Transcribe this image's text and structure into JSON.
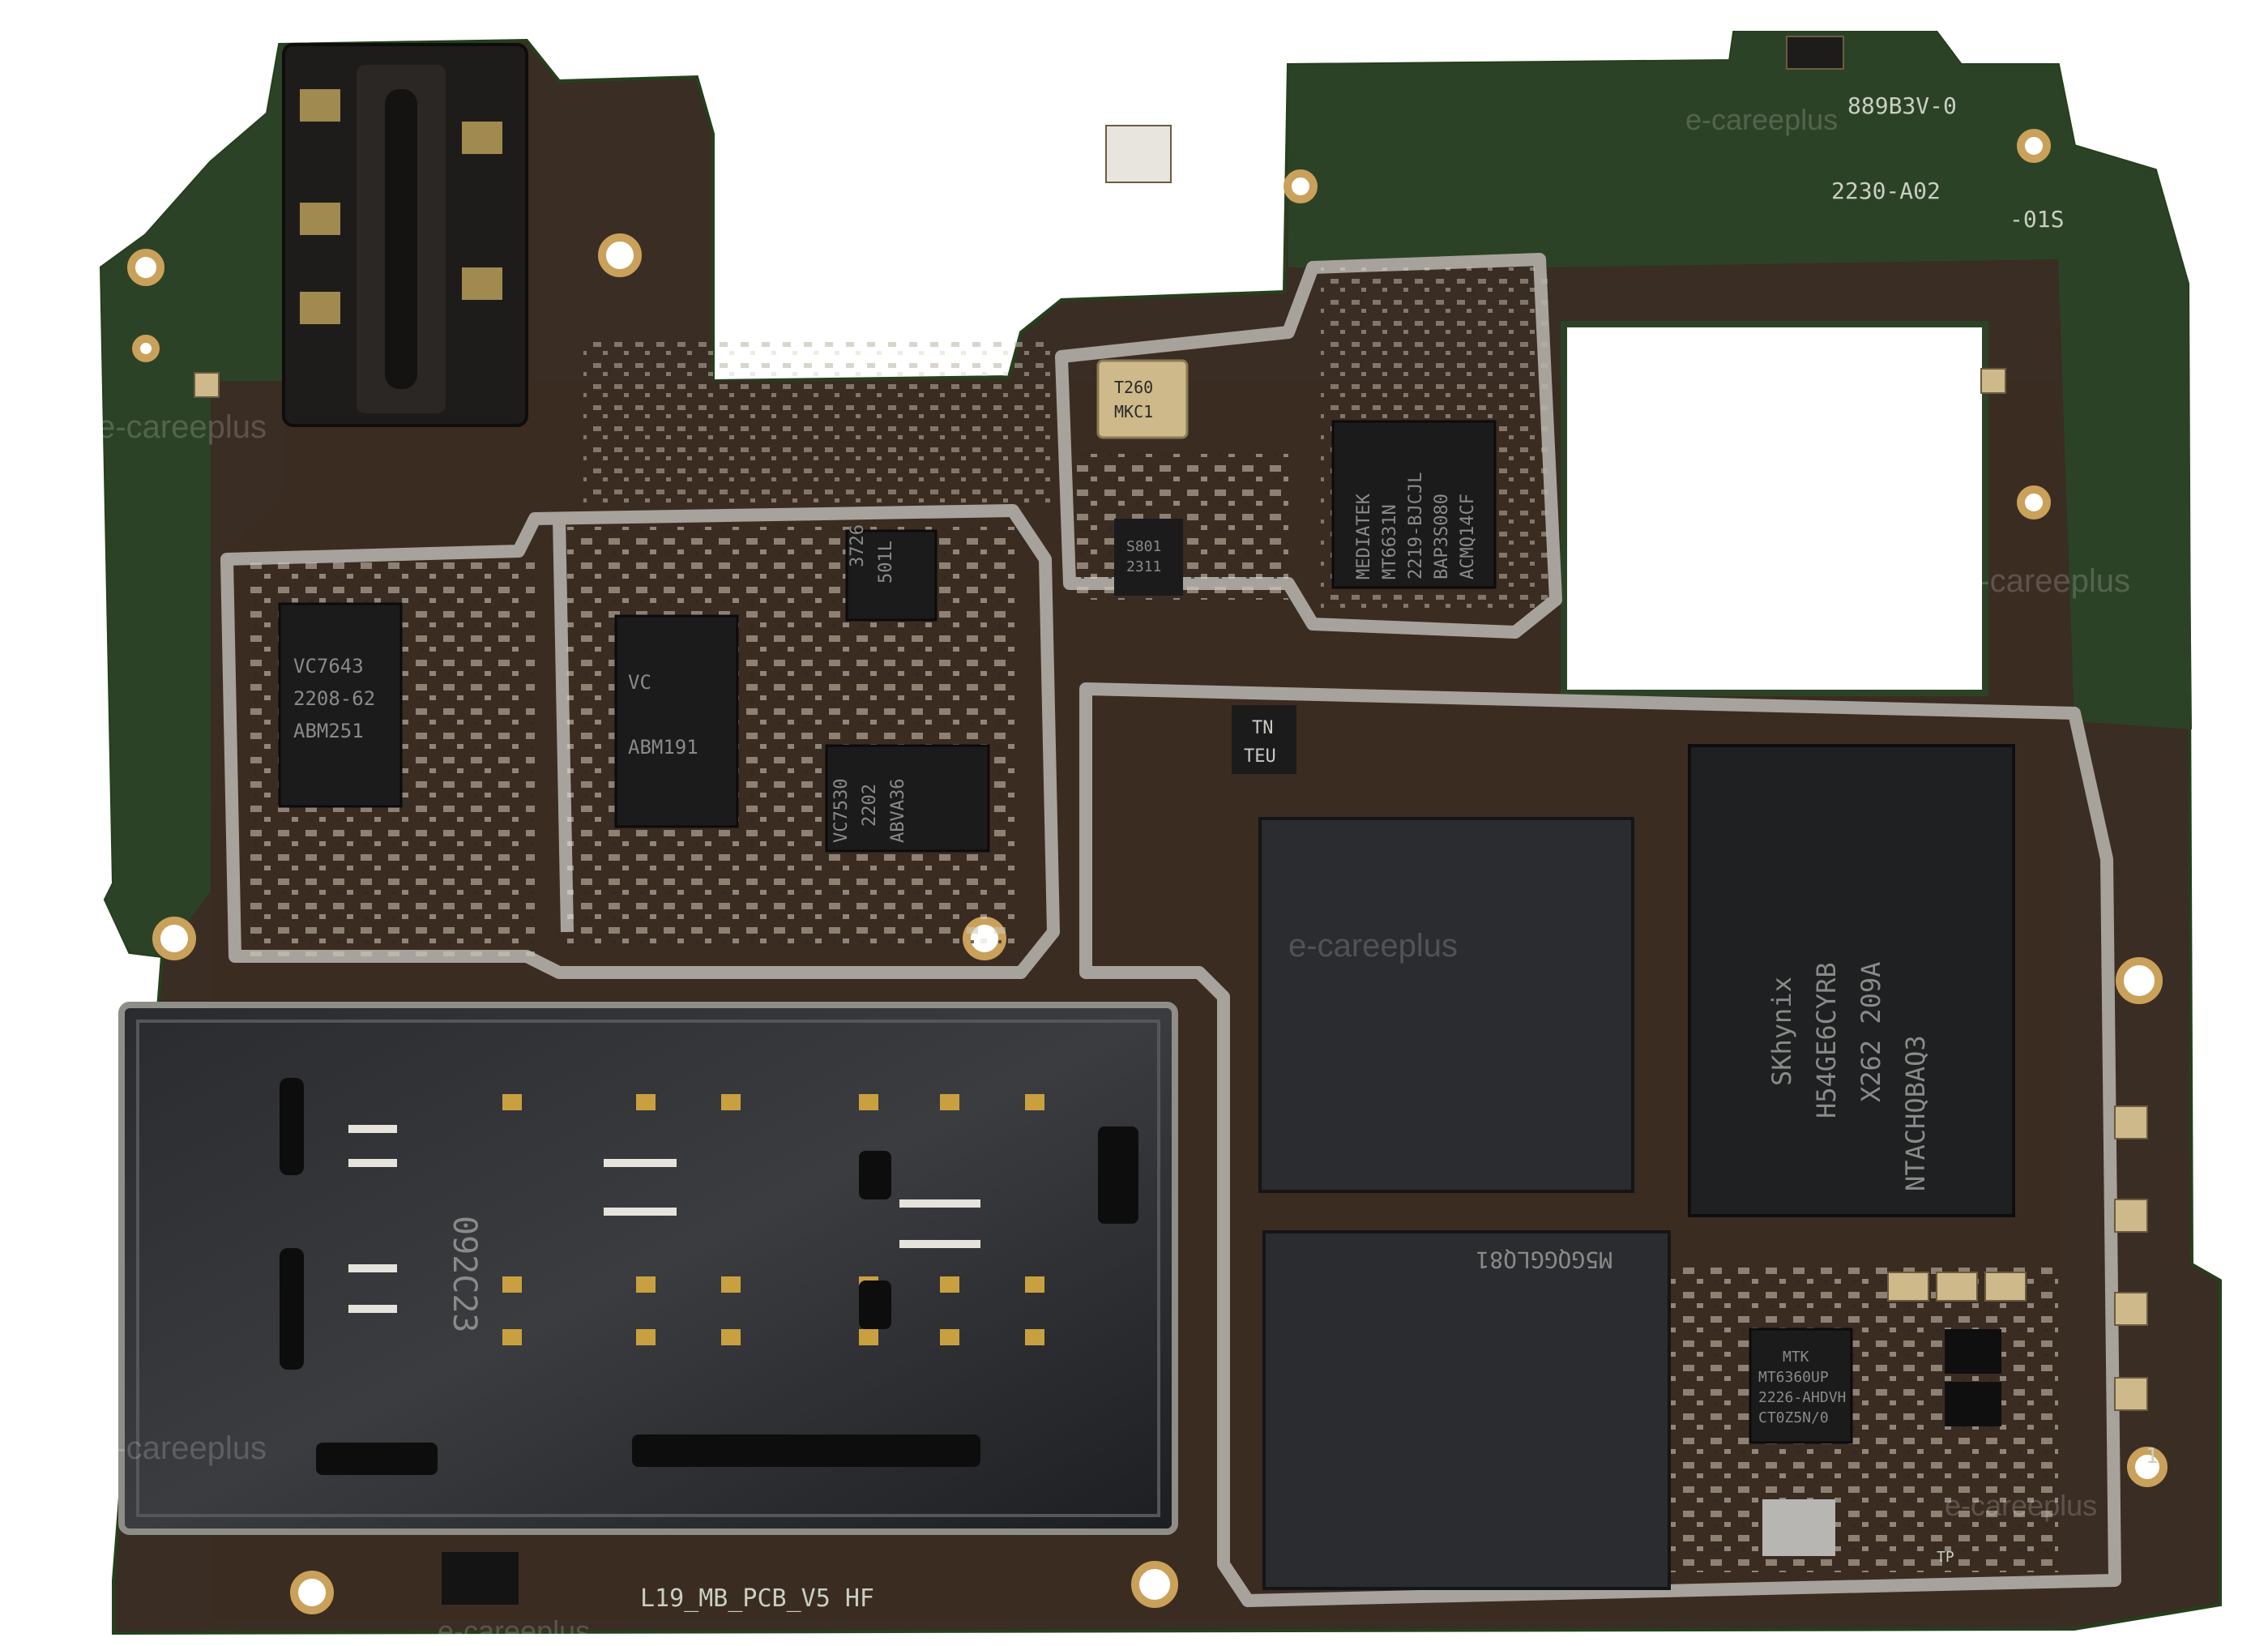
{
  "board": {
    "silkscreen": {
      "top_right_code": "889B3V-0",
      "top_right_rev": "2230-A02",
      "top_right_tag": "-01S",
      "bottom_label": "L19_MB_PCB_V5 HF",
      "tp_label": "TP",
      "edge_mark": "1"
    },
    "watermark": "e-careeplus",
    "chips": {
      "pmic_left": {
        "line1": "VC7643",
        "line2": "2208-62",
        "line3": "ABM251"
      },
      "pmic_mid": {
        "line1": "VC",
        "line2": "",
        "line3": "ABM191"
      },
      "rf_chip_a": {
        "line1": "3726",
        "line2": "501L"
      },
      "rf_chip_b": {
        "line1": "VC7530",
        "line2": "2202",
        "line3": "ABVA36"
      },
      "crystal": {
        "line1": "T260",
        "line2": "MKC1"
      },
      "small_ic": {
        "line1": "S801",
        "line2": "2311"
      },
      "wifi_chip": {
        "line1": "MEDIATEK",
        "line2": "MT6631N",
        "line3": "2219-BJCJL",
        "line4": "BAP3S080",
        "line5": "ACMQ14CF"
      },
      "tn_chip": {
        "line1": "TN",
        "line2": "TEU"
      },
      "ram_chip": {
        "line1": "SKhynix",
        "line2": "H54GE6CYRB",
        "line3": "X262 209A",
        "line4": "NTACHQBAQ3"
      },
      "storage_chip": {
        "line1": "M5GQGGLQ81"
      },
      "pmic_right": {
        "line1": "MTK",
        "line2": "MT6360UP",
        "line3": "2226-AHDVH",
        "line4": "CT0Z5N/0"
      },
      "sim_text": {
        "line1": "092C23"
      }
    }
  }
}
